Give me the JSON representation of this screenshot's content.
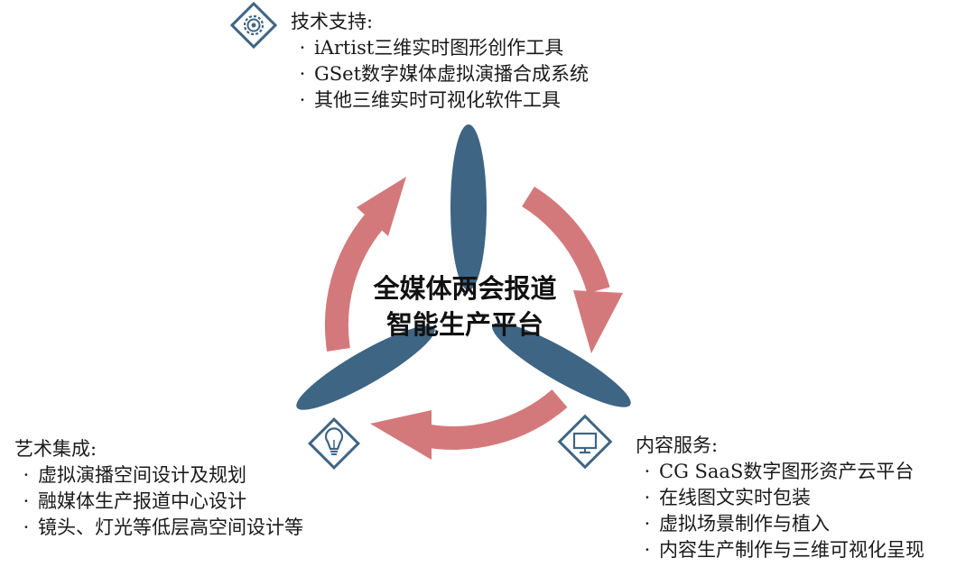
{
  "center": {
    "line1": "全媒体两会报道",
    "line2": "智能生产平台"
  },
  "tech": {
    "heading": "技术支持:",
    "icon": "gear-icon",
    "items": [
      "iArtist三维实时图形创作工具",
      "GSet数字媒体虚拟演播合成系统",
      "其他三维实时可视化软件工具"
    ]
  },
  "art": {
    "heading": "艺术集成:",
    "icon": "lightbulb-icon",
    "items": [
      "虚拟演播空间设计及规划",
      "融媒体生产报道中心设计",
      "镜头、灯光等低层高空间设计等"
    ]
  },
  "content": {
    "heading": "内容服务:",
    "icon": "monitor-icon",
    "items": [
      "CG SaaS数字图形资产云平台",
      "在线图文实时包装",
      "虚拟场景制作与植入",
      "内容生产制作与三维可视化呈现"
    ]
  },
  "colors": {
    "blade": "#3f6585",
    "arrow": "#d4797b",
    "icon_frame": "#3f6585"
  }
}
